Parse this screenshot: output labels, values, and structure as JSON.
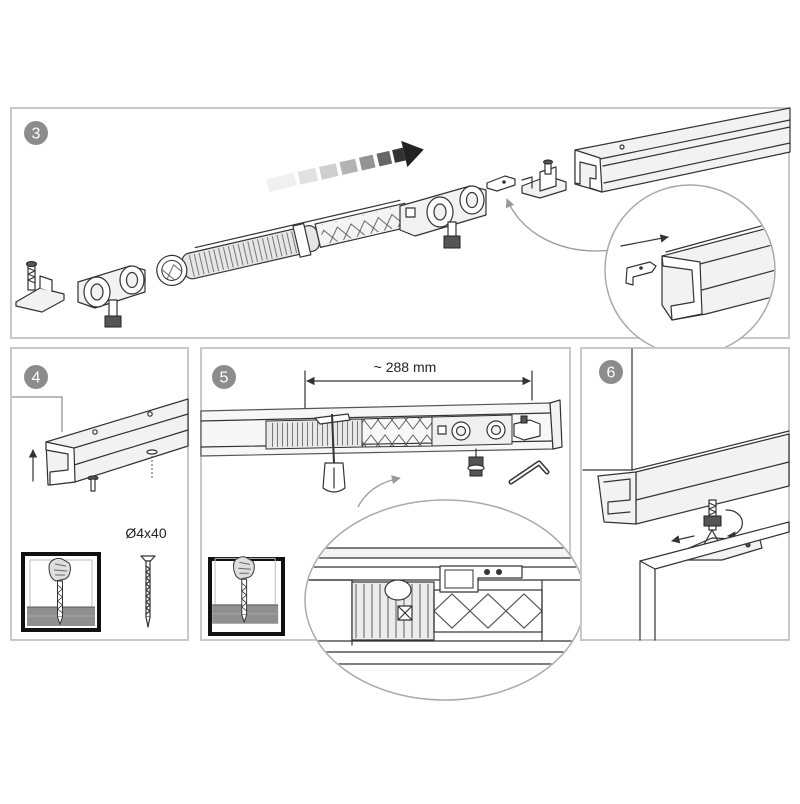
{
  "steps": [
    {
      "number": "3"
    },
    {
      "number": "4"
    },
    {
      "number": "5"
    },
    {
      "number": "6"
    }
  ],
  "step4": {
    "screw_size_label": "Ø4x40"
  },
  "step5": {
    "dimension_label": "~ 288 mm"
  },
  "colors": {
    "panel_border": "#c8c8c8",
    "badge_fill": "#8c8c8c",
    "line": "#333333"
  }
}
